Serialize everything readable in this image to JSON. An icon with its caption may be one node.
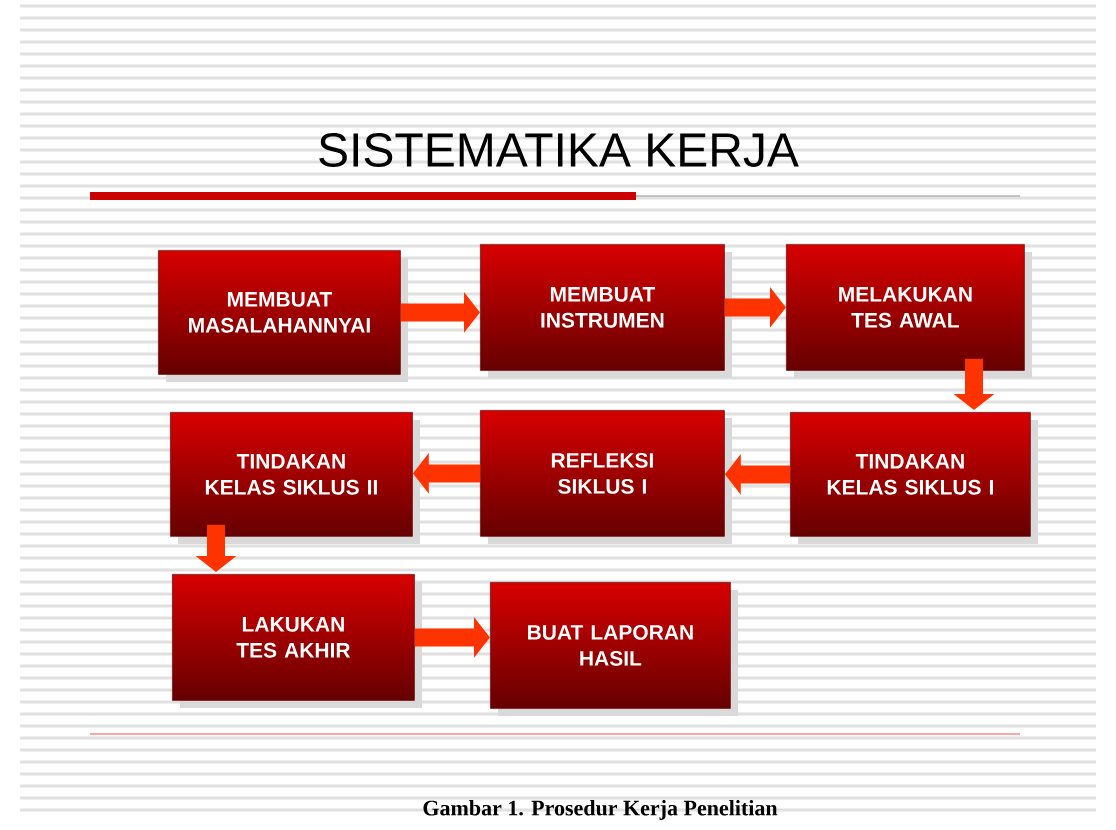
{
  "diagram": {
    "title": "SISTEMATIKA KERJA",
    "caption": "Gambar 1. Prosedur Kerja Penelitian",
    "nodes": [
      {
        "text": [
          "MEMBUAT MASALAHANNYAI"
        ]
      },
      {
        "text": [
          "MEMBUAT INSTRUMEN"
        ]
      },
      {
        "text": [
          "MELAKUKAN TES AWAL"
        ]
      },
      {
        "text": [
          "TINDAKAN KELAS SIKLUS II"
        ]
      },
      {
        "text": [
          "REFLEKSI SIKLUS I"
        ]
      },
      {
        "text": [
          "TINDAKAN KELAS SIKLUS I"
        ]
      },
      {
        "text": [
          "LAKUKAN TES AKHIR"
        ]
      },
      {
        "text": [
          "BUAT LAPORAN HASIL"
        ]
      }
    ],
    "edges": [
      {
        "from": 0,
        "to": 1,
        "arrow": "to"
      },
      {
        "from": 1,
        "to": 2,
        "arrow": "to"
      },
      {
        "from": 2,
        "to": 5,
        "arrow": "to"
      },
      {
        "from": 5,
        "to": 4,
        "arrow": "to"
      },
      {
        "from": 4,
        "to": 3,
        "arrow": "to"
      },
      {
        "from": 3,
        "to": 6,
        "arrow": "to"
      },
      {
        "from": 6,
        "to": 7,
        "arrow": "to"
      }
    ]
  }
}
